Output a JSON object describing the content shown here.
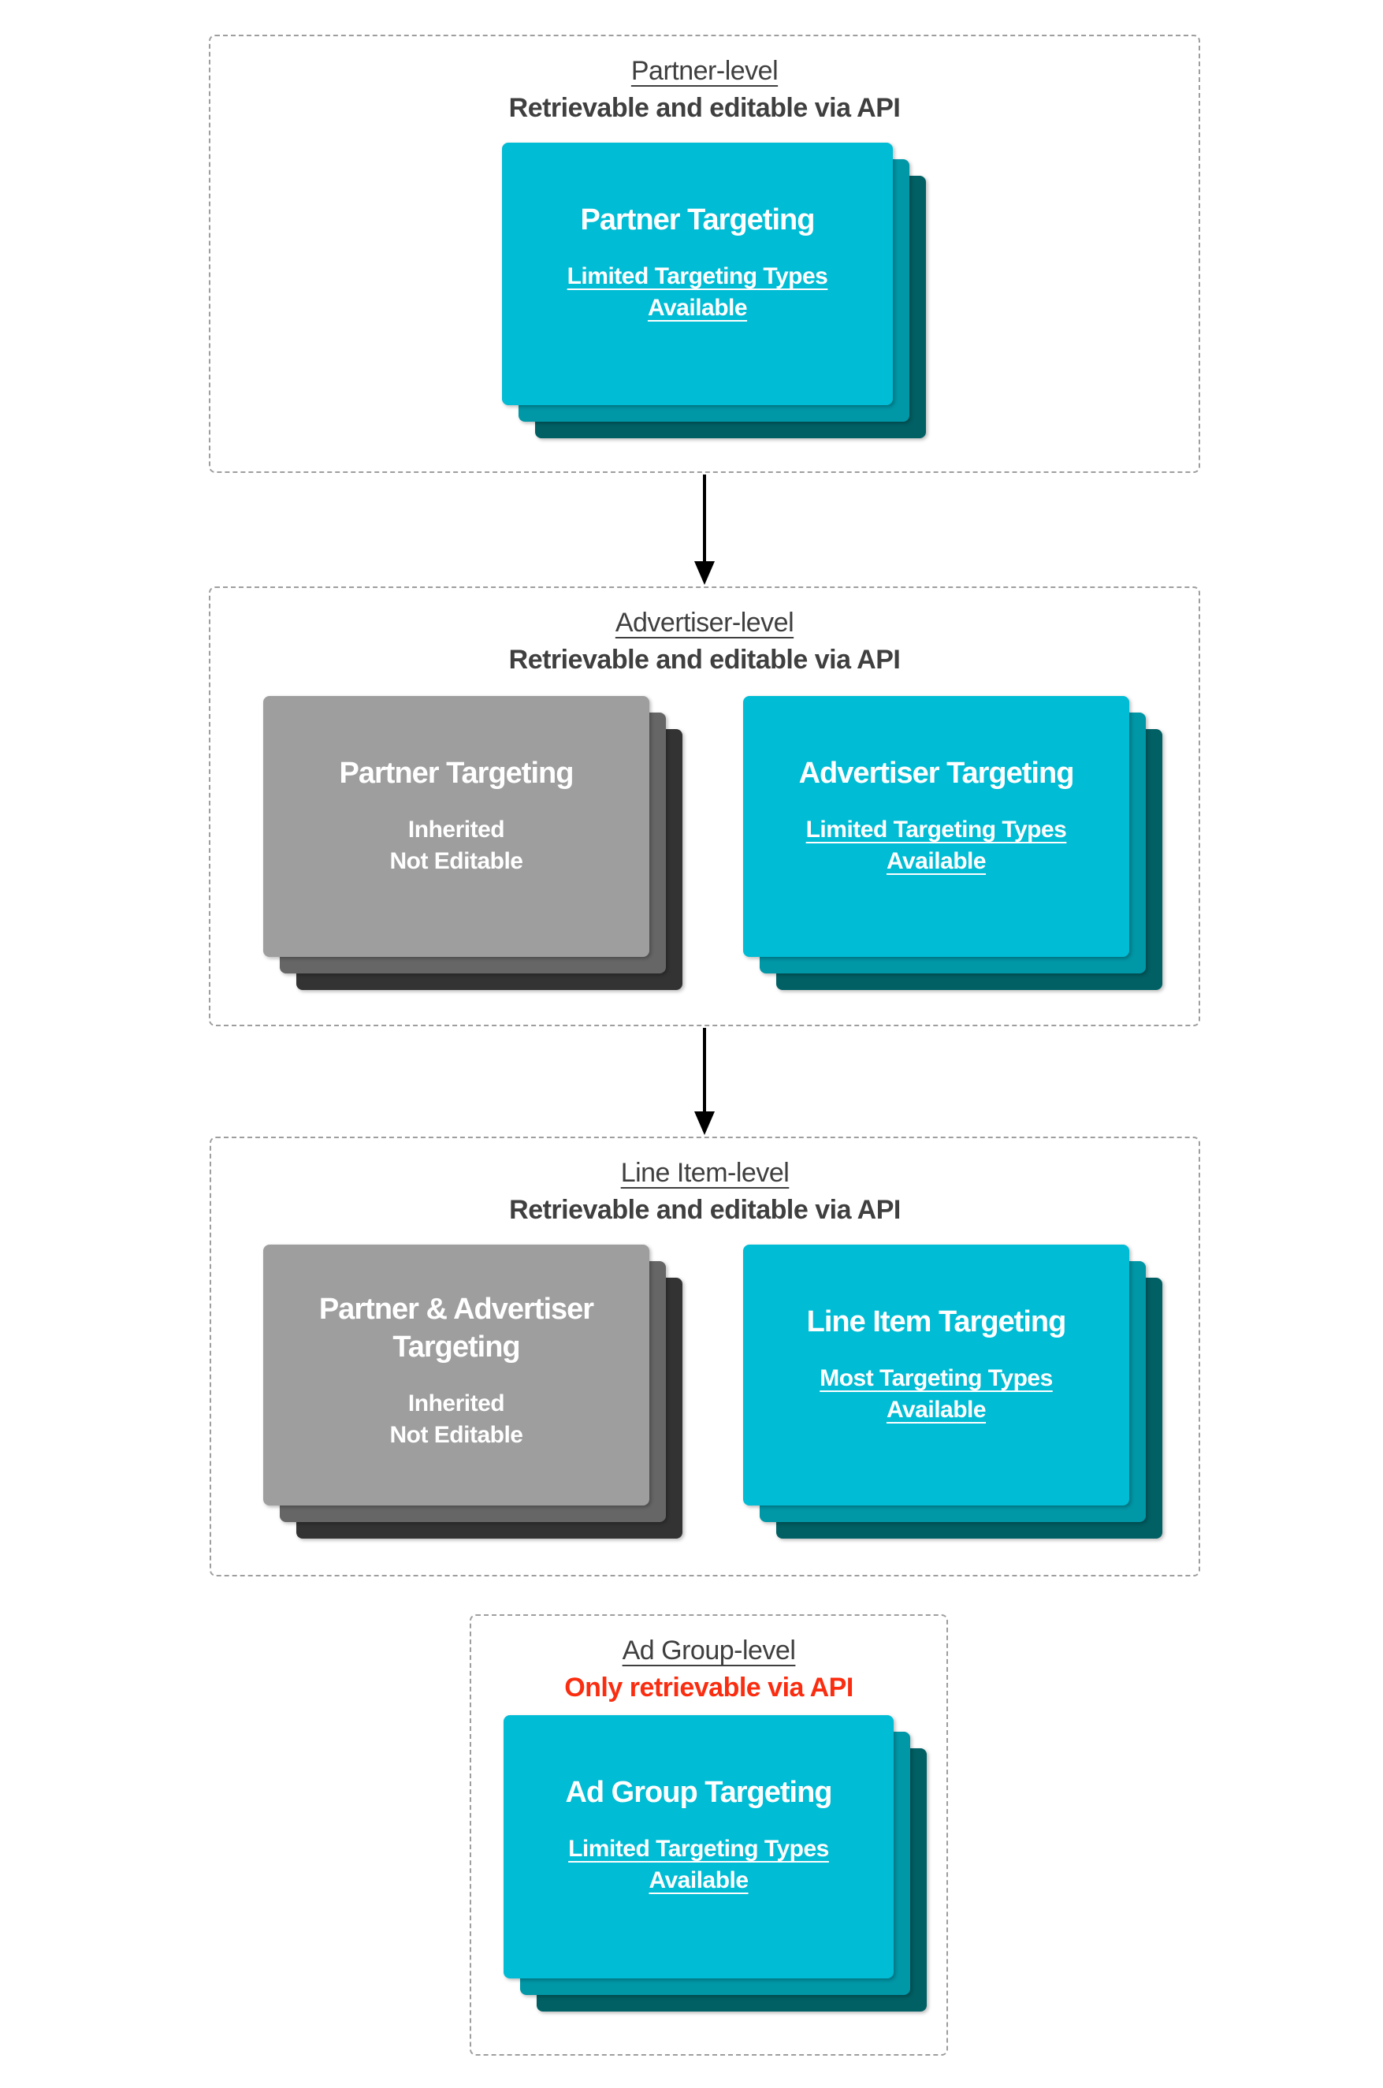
{
  "palette": {
    "teal_front": "#00BCD4",
    "teal_mid": "#0097A7",
    "teal_back": "#006064",
    "gray_front": "#9E9E9E",
    "gray_mid": "#666666",
    "gray_back": "#333333",
    "heading_text": "#3F3F3F",
    "red_text": "#FA2D10",
    "box_border": "#9E9E9E",
    "card_text": "#FFFFFF",
    "arrow": "#000000",
    "background": "#FFFFFF"
  },
  "sections": [
    {
      "title": "Partner-level",
      "subtitle": "Retrievable and editable via API",
      "cards": [
        {
          "color": "teal",
          "title_lines": [
            "Partner Targeting"
          ],
          "body_lines": [
            "Limited Targeting Types",
            "Available"
          ]
        }
      ]
    },
    {
      "title": "Advertiser-level",
      "subtitle": "Retrievable and editable via API",
      "cards": [
        {
          "color": "gray",
          "title_lines": [
            "Partner Targeting"
          ],
          "body_lines": [
            "Inherited",
            "Not Editable"
          ]
        },
        {
          "color": "teal",
          "title_lines": [
            "Advertiser Targeting"
          ],
          "body_lines": [
            "Limited Targeting Types",
            "Available"
          ]
        }
      ]
    },
    {
      "title": "Line Item-level",
      "subtitle": "Retrievable and editable via API",
      "cards": [
        {
          "color": "gray",
          "title_lines": [
            "Partner & Advertiser",
            "Targeting"
          ],
          "body_lines": [
            "Inherited",
            "Not Editable"
          ]
        },
        {
          "color": "teal",
          "title_lines": [
            "Line Item Targeting"
          ],
          "body_lines": [
            "Most Targeting Types",
            "Available"
          ]
        }
      ]
    },
    {
      "title": "Ad Group-level",
      "subtitle": "Only retrievable via API",
      "cards": [
        {
          "color": "teal",
          "title_lines": [
            "Ad Group Targeting"
          ],
          "body_lines": [
            "Limited Targeting Types",
            "Available"
          ]
        }
      ]
    }
  ]
}
